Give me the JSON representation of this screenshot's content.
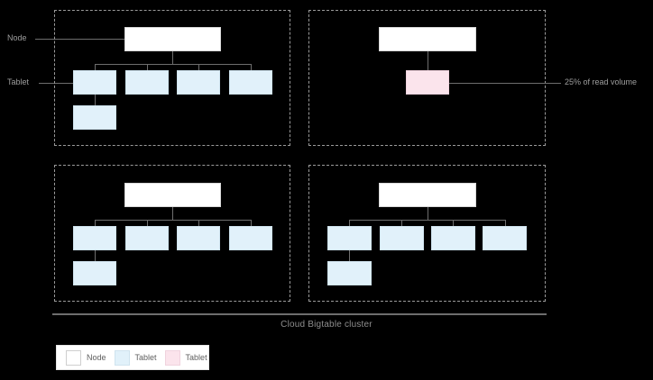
{
  "diagram": {
    "caption": "Cloud Bigtable cluster",
    "background_color": "#000000",
    "node_color": "#ffffff",
    "tablet_color": "#e1f1fa",
    "hot_tablet_color": "#fbe4ec",
    "connector_color": "#6e6e6e",
    "quadrant_border_color": "#9a9a9a"
  },
  "side_labels": [
    {
      "text": "Node"
    },
    {
      "text": "Tablet"
    }
  ],
  "annotations": [
    {
      "text": "25% of read volume"
    }
  ],
  "nodes": [
    {
      "id": "node-top-left",
      "tablet_count": 5,
      "hot_tablet": false
    },
    {
      "id": "node-top-right",
      "tablet_count": 1,
      "hot_tablet": true
    },
    {
      "id": "node-bottom-left",
      "tablet_count": 5,
      "hot_tablet": false
    },
    {
      "id": "node-bottom-right",
      "tablet_count": 5,
      "hot_tablet": false
    }
  ],
  "legend": {
    "items": [
      {
        "label": "Node",
        "swatch": "node"
      },
      {
        "label": "Tablet",
        "swatch": "tablet"
      },
      {
        "label": "Tablet",
        "swatch": "hot"
      }
    ]
  }
}
